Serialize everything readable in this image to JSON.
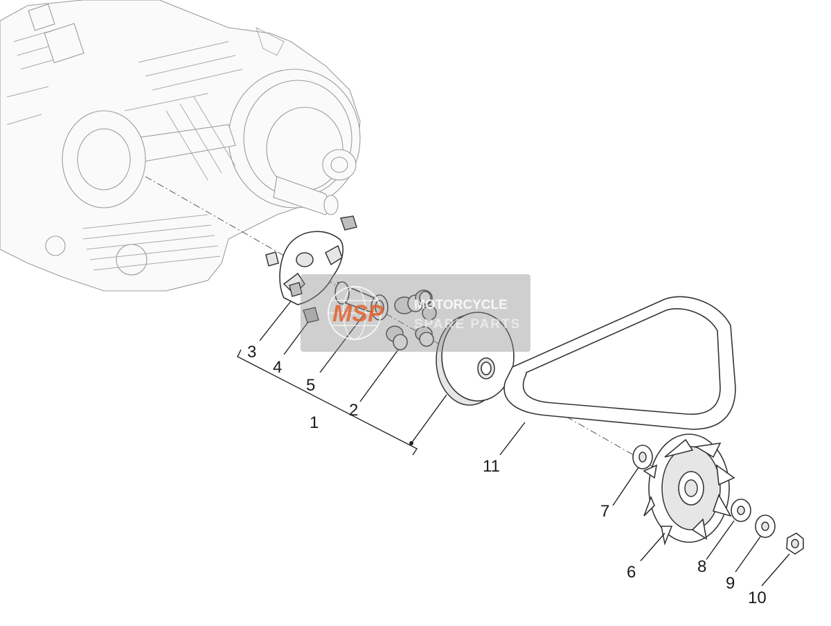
{
  "diagram": {
    "callouts": {
      "c1": "1",
      "c2": "2",
      "c3": "3",
      "c4": "4",
      "c5": "5",
      "c6": "6",
      "c7": "7",
      "c8": "8",
      "c9": "9",
      "c10": "10",
      "c11": "11"
    },
    "watermark": {
      "logo": "MSP",
      "line1": "MOTORCYCLE",
      "line2": "SPARE PARTS"
    }
  },
  "colors": {
    "line": "#333333",
    "watermark_grey": "#8c8c8c",
    "watermark_logo": "#e0632e"
  }
}
